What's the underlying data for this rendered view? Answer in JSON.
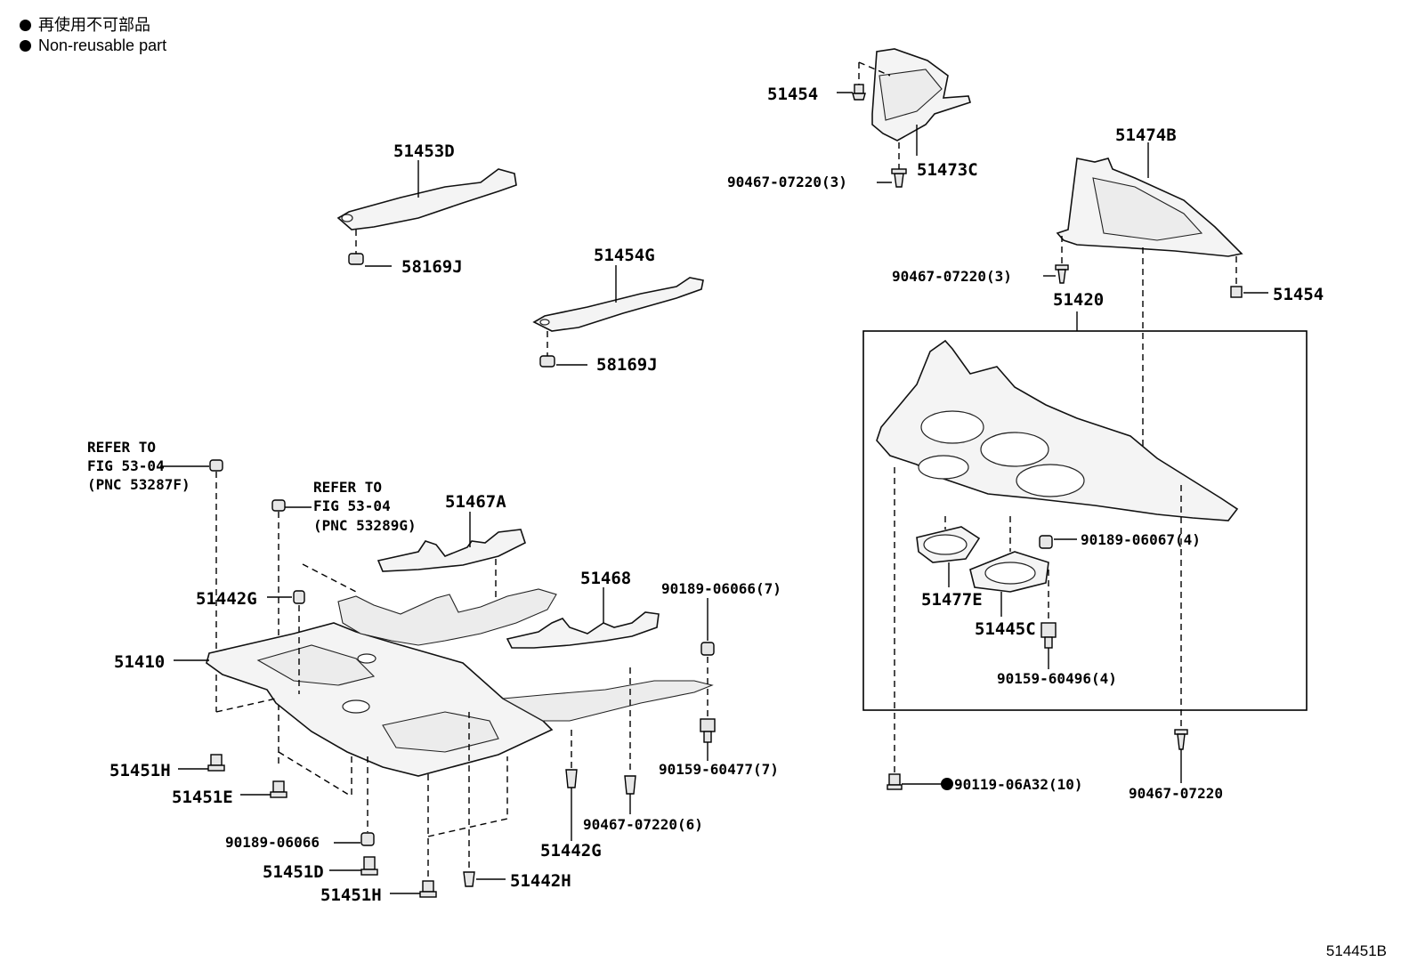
{
  "legend": [
    {
      "bullet": "●",
      "text": "再使用不可部品"
    },
    {
      "bullet": "●",
      "text": "Non-reusable part"
    }
  ],
  "labels": {
    "p51454_top": "51454",
    "p90467_top": "90467-07220(3)",
    "p51473C": "51473C",
    "p51474B": "51474B",
    "p90467_mid": "90467-07220(3)",
    "p51454_right": "51454",
    "p51420": "51420",
    "p51453D": "51453D",
    "p58169J_a": "58169J",
    "p51454G": "51454G",
    "p58169J_b": "58169J",
    "p51467A": "51467A",
    "p51468": "51468",
    "p90189_06066_7": "90189-06066(7)",
    "p51442G_a": "51442G",
    "p51410": "51410",
    "p90159_60477": "90159-60477(7)",
    "p51451H_a": "51451H",
    "p51451E": "51451E",
    "p90189_06066": "90189-06066",
    "p51451D": "51451D",
    "p51451H_b": "51451H",
    "p51442H": "51442H",
    "p51442G_b": "51442G",
    "p90467_6": "90467-07220(6)",
    "p90189_06067": "90189-06067(4)",
    "p51477E": "51477E",
    "p51445C": "51445C",
    "p90159_60496": "90159-60496(4)",
    "p90119": "90119-06A32(10)",
    "p90467_bottom": "90467-07220"
  },
  "refer1": [
    "REFER TO",
    "FIG 53-04",
    "(PNC 53287F)"
  ],
  "refer2": [
    "REFER TO",
    "FIG 53-04",
    "(PNC 53289G)"
  ],
  "figure_code": "514451B"
}
